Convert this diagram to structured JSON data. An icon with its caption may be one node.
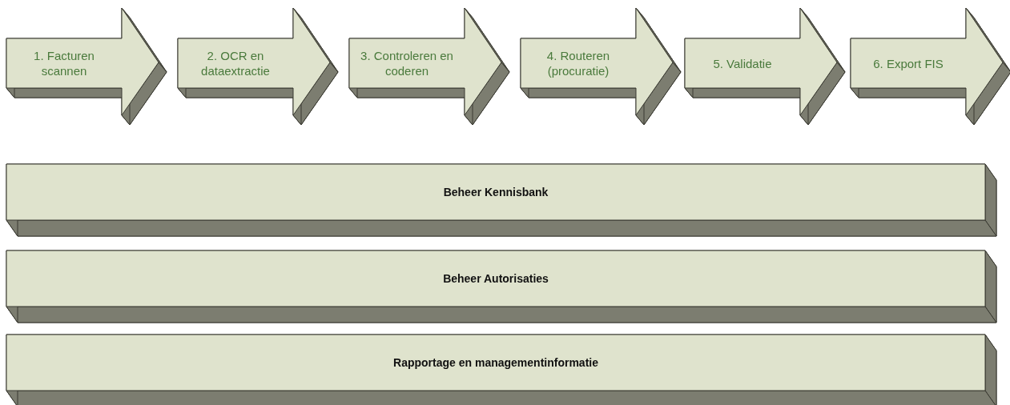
{
  "diagram": {
    "nodes": [
      {
        "text": [
          "1. Facturen scannen"
        ]
      },
      {
        "text": [
          "2. OCR en dataextractie"
        ]
      },
      {
        "text": [
          "3. Controleren en coderen"
        ]
      },
      {
        "text": [
          "4. Routeren (procuratie)"
        ]
      },
      {
        "text": [
          "5. Validatie"
        ]
      },
      {
        "text": [
          "6. Export FIS"
        ]
      },
      {
        "text": [
          "Beheer Kennisbank"
        ]
      },
      {
        "text": [
          "Beheer Autorisaties"
        ]
      },
      {
        "text": [
          "Rapportage en managementinformatie"
        ]
      }
    ]
  }
}
